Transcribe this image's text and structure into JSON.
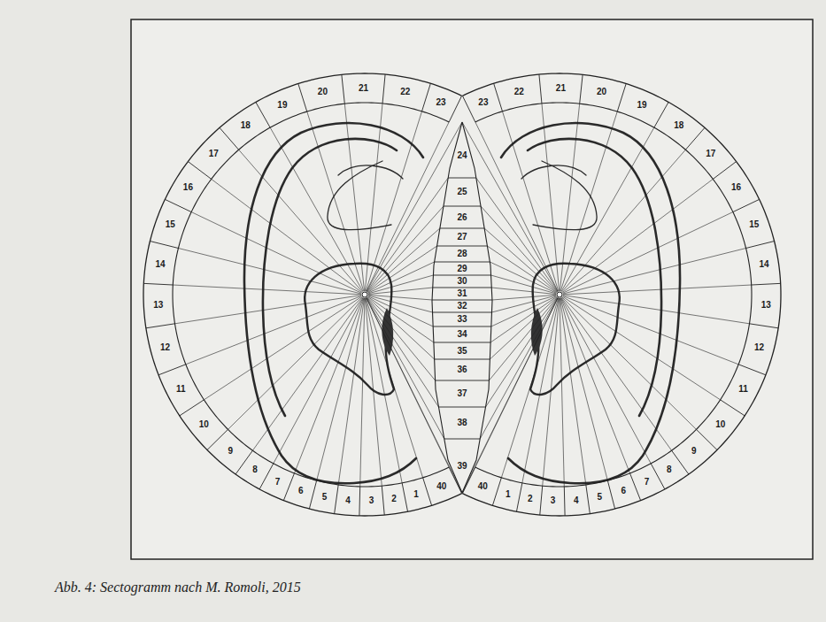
{
  "diagram": {
    "caption": "Abb. 4: Sectogramm nach M. Romoli, 2015",
    "labels": [
      "1",
      "2",
      "3",
      "4",
      "5",
      "6",
      "7",
      "8",
      "9",
      "10",
      "11",
      "12",
      "13",
      "14",
      "15",
      "16",
      "17",
      "18",
      "19",
      "20",
      "21",
      "22",
      "23",
      "40",
      "24",
      "25",
      "26",
      "27",
      "28",
      "29",
      "30",
      "31",
      "32",
      "33",
      "34",
      "35",
      "36",
      "37",
      "38",
      "39",
      "23",
      "22",
      "21",
      "20",
      "19",
      "18",
      "17",
      "16",
      "15",
      "14",
      "13",
      "12",
      "11",
      "10",
      "9",
      "8",
      "7",
      "6",
      "5",
      "4",
      "3",
      "2",
      "1",
      "40"
    ]
  }
}
